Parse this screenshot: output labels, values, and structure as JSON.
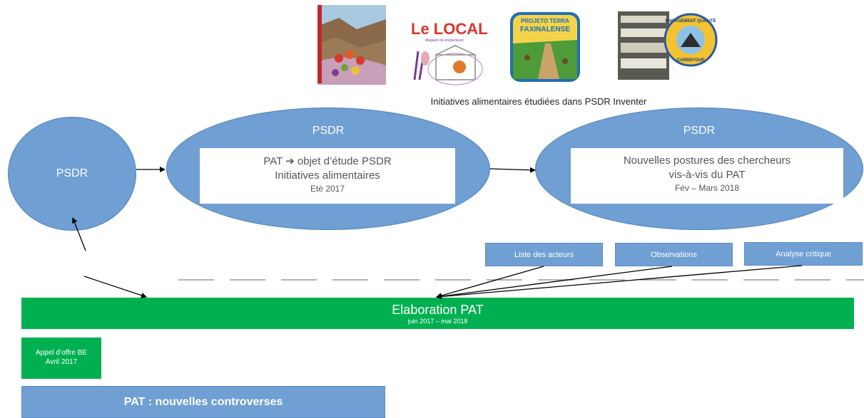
{
  "caption": "Initiatives alimentaires étudiées dans PSDR Inventer",
  "logos": {
    "local_main": "Le LOCAL",
    "local_sub": "Magasin de producteurs",
    "terra_top": "PROJETO TERRA",
    "terra_bottom": "FAXINALENSE",
    "engagement": "ENGAGEMENT QUALITÉ",
    "carrefour": "CARREFOUR"
  },
  "left_ellipse": {
    "label": "PSDR"
  },
  "middle_ellipse": {
    "title": "PSDR",
    "line1": "PAT ➔ objet d’étude PSDR",
    "line2": "Initiatives alimentaires",
    "line3": "Eté 2017"
  },
  "right_ellipse": {
    "title": "PSDR",
    "line1": "Nouvelles postures des chercheurs",
    "line2": "vis-à-vis du PAT",
    "line3": "Fév – Mars 2018"
  },
  "actions": [
    {
      "label": "Liste des acteurs"
    },
    {
      "label": "Observations"
    },
    {
      "label": "Analyse critique"
    }
  ],
  "elaboration": {
    "title": "Elaboration PAT",
    "dates": "juin 2017 – mai 2018"
  },
  "appel_offre": {
    "line1": "Appel d’offre BE",
    "line2": "Avril 2017"
  },
  "controverses": {
    "label": "PAT : nouvelles controverses"
  },
  "colors": {
    "ellipse_fill": "#6f9fd3",
    "ellipse_border": "#4c7fbf",
    "green": "#00b050",
    "dash": "#b3b3b3"
  }
}
